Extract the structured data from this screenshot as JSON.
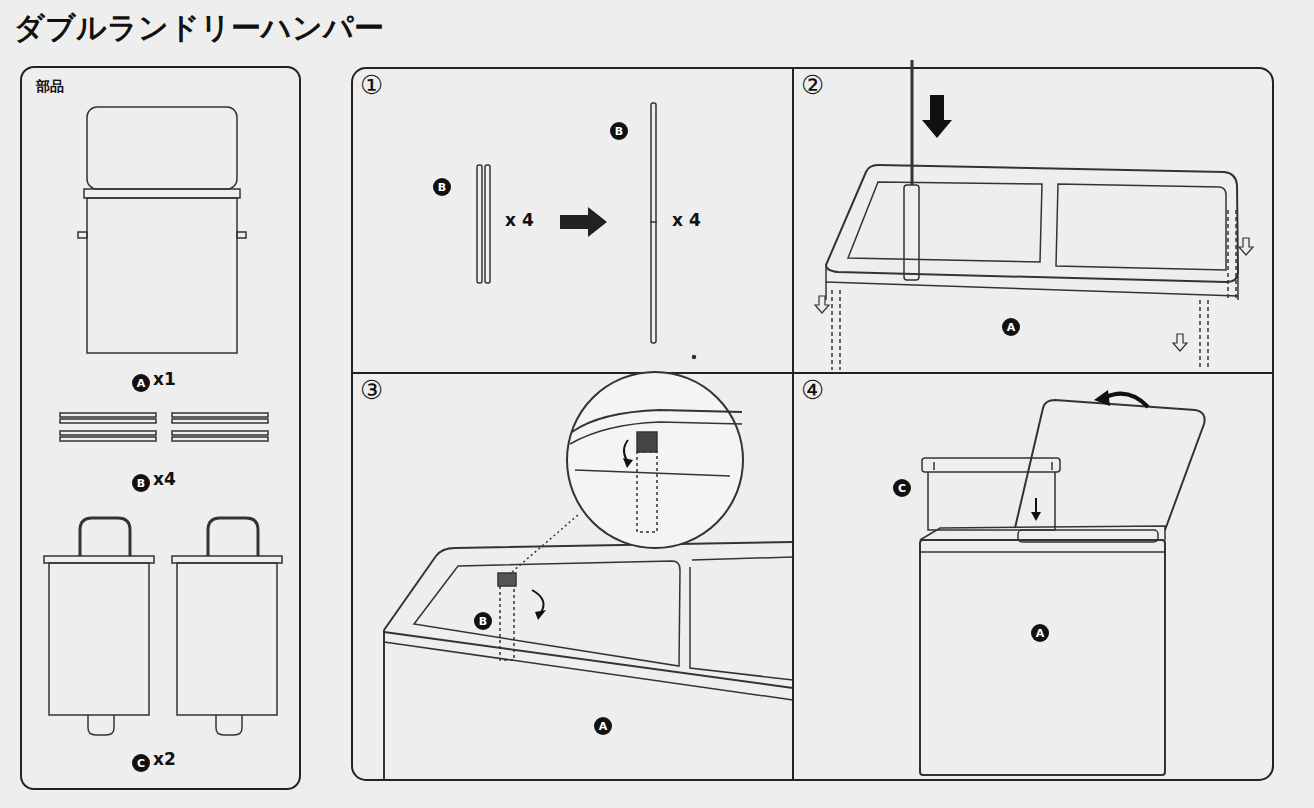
{
  "diagram": {
    "title": "ダブルランドリーハンパー",
    "nodes": [
      {
        "text": [
          "部品"
        ]
      },
      {
        "text": [
          "A"
        ],
        "in": 0
      },
      {
        "text": [
          "B"
        ],
        "in": 0
      },
      {
        "text": [
          "C"
        ],
        "in": 0
      },
      {
        "text": [
          "①"
        ]
      },
      {
        "text": [
          "B"
        ],
        "in": 4
      },
      {
        "text": [
          "B"
        ],
        "in": 4
      },
      {
        "text": [
          "②"
        ]
      },
      {
        "text": [
          "A"
        ],
        "in": 7
      },
      {
        "text": [
          "③"
        ]
      },
      {
        "text": [
          "B"
        ],
        "in": 9
      },
      {
        "text": [
          "A"
        ],
        "in": 9
      },
      {
        "text": [
          "④"
        ]
      },
      {
        "text": [
          "C"
        ],
        "in": 12
      },
      {
        "text": [
          "A"
        ],
        "in": 12
      }
    ],
    "labels": [
      "x1",
      "x4",
      "x2",
      "x 4",
      "x 4"
    ]
  }
}
